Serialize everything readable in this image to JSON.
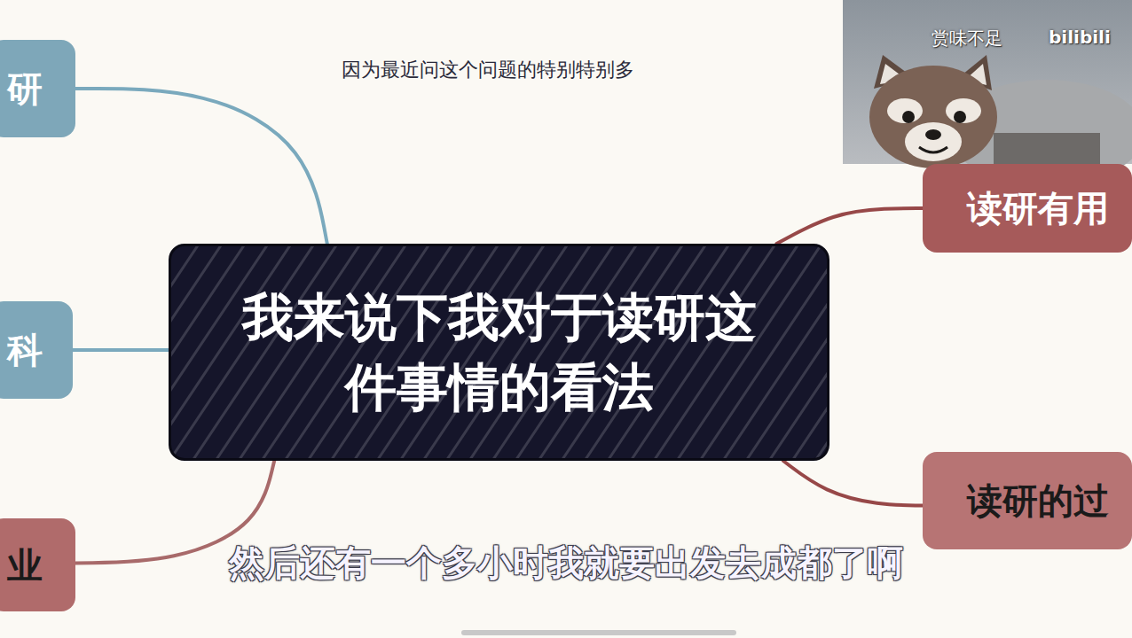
{
  "diagram": {
    "nodes": [
      {
        "text": [
          "我来说下我对于读研这 件事情的看法"
        ]
      },
      {
        "text": [
          "研"
        ]
      },
      {
        "text": [
          "科"
        ]
      },
      {
        "text": [
          "业"
        ]
      },
      {
        "text": [
          "读研有用"
        ]
      },
      {
        "text": [
          "读研的过"
        ]
      }
    ],
    "edges": [
      {
        "from": 0,
        "to": 1,
        "arrow": "none"
      },
      {
        "from": 0,
        "to": 2,
        "arrow": "none"
      },
      {
        "from": 0,
        "to": 3,
        "arrow": "none"
      },
      {
        "from": 0,
        "to": 4,
        "arrow": "none"
      },
      {
        "from": 0,
        "to": 5,
        "arrow": "none"
      }
    ],
    "labels": [
      "因为最近问这个问题的特别特别多",
      "然后还有一个多小时我就要出发去成都了啊",
      "赏味不足",
      "bilibili"
    ]
  }
}
